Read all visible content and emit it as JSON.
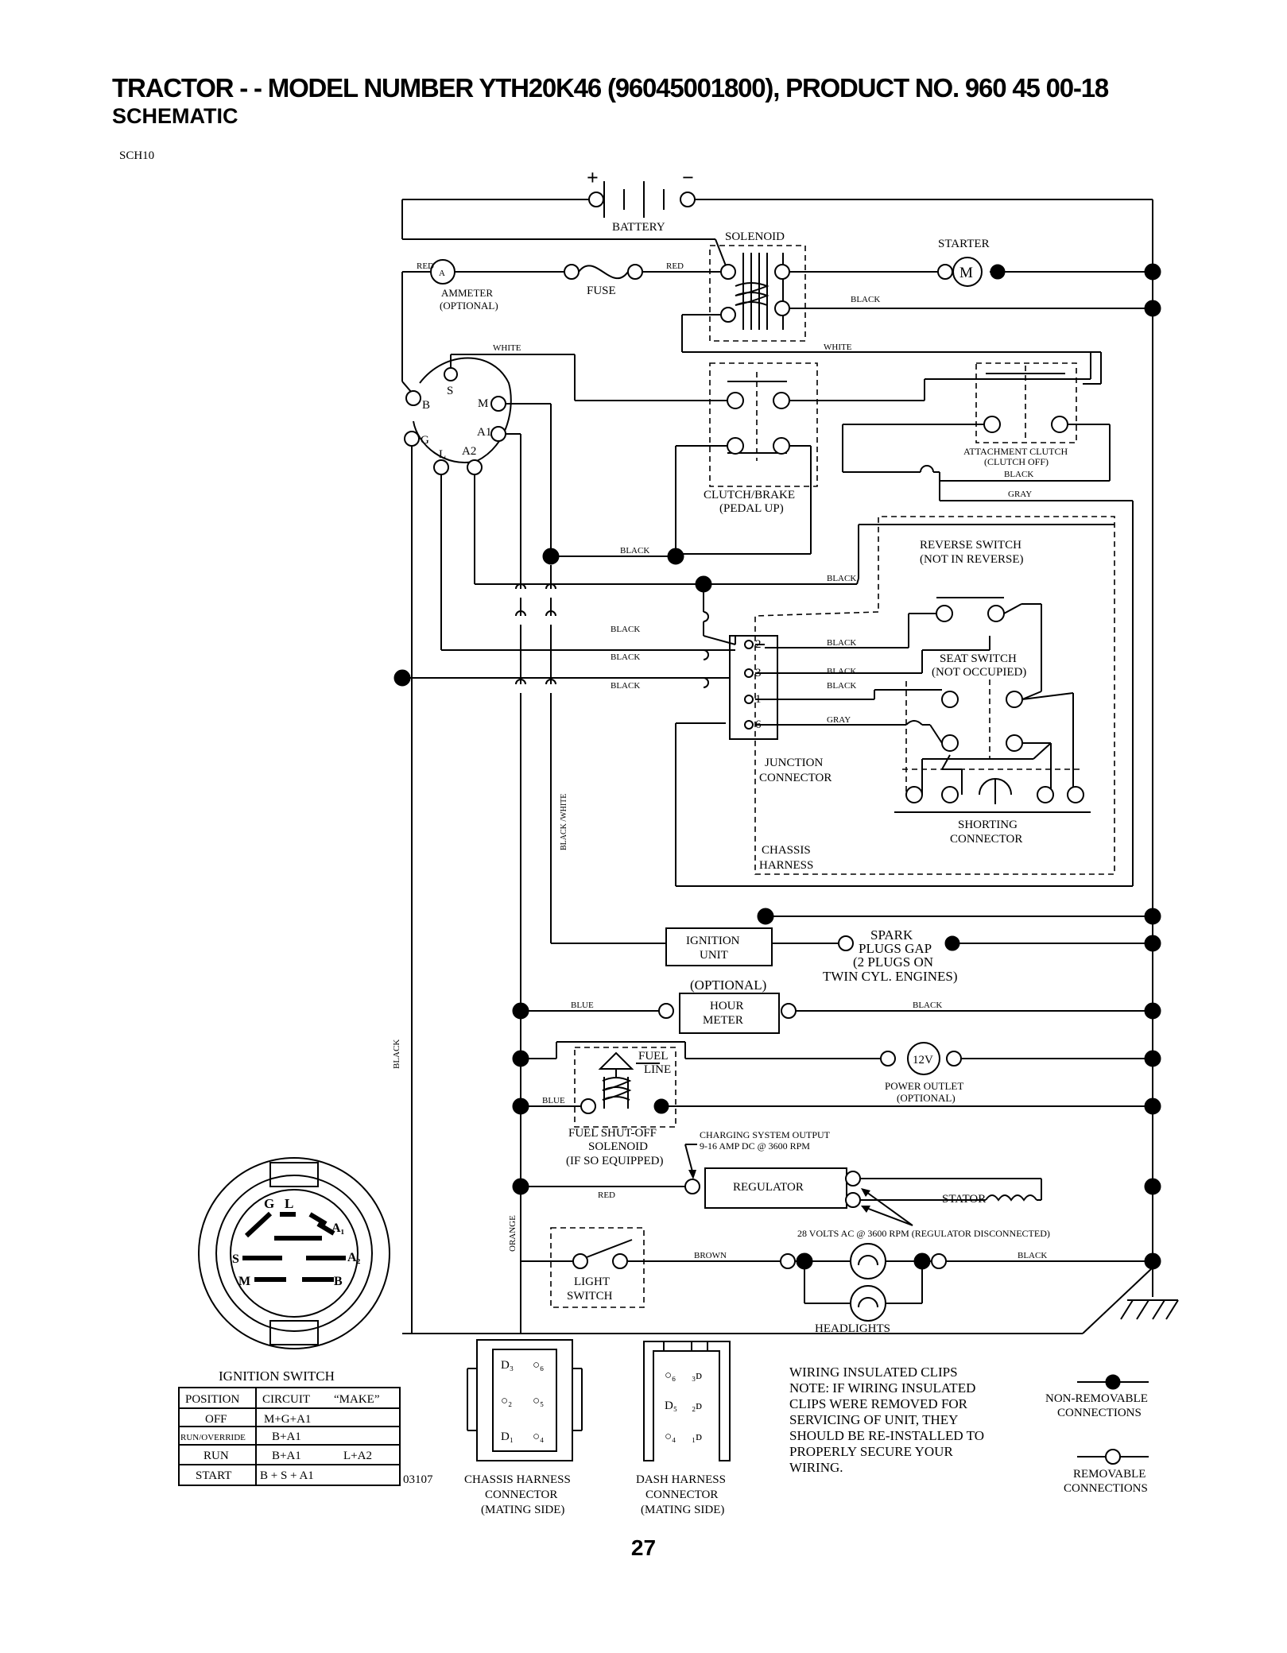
{
  "header": {
    "title": "TRACTOR - - MODEL NUMBER YTH20K46 (96045001800), PRODUCT NO. 960 45 00-18",
    "subtitle": "SCHEMATIC",
    "ref": "SCH10"
  },
  "page_number": "27",
  "components": {
    "battery": "BATTERY",
    "battery_plus": "+",
    "battery_minus": "−",
    "solenoid": "SOLENOID",
    "starter": "STARTER",
    "starter_m": "M",
    "ammeter_a": "A",
    "ammeter": "AMMETER",
    "ammeter_opt": "(OPTIONAL)",
    "fuse": "FUSE",
    "clutch1": "CLUTCH/BRAKE",
    "clutch2": "(PEDAL UP)",
    "attach1": "ATTACHMENT CLUTCH",
    "attach2": "(CLUTCH OFF)",
    "reverse1": "REVERSE SWITCH",
    "reverse2": "(NOT IN REVERSE)",
    "seat1": "SEAT SWITCH",
    "seat2": "(NOT OCCUPIED)",
    "junction1": "JUNCTION",
    "junction2": "CONNECTOR",
    "shorting1": "SHORTING",
    "shorting2": "CONNECTOR",
    "chassis1": "CHASSIS",
    "chassis2": "HARNESS",
    "ign1": "IGNITION",
    "ign2": "UNIT",
    "spark1": "SPARK",
    "spark2": "PLUGS GAP",
    "spark3": "(2 PLUGS ON",
    "spark4": "TWIN CYL. ENGINES)",
    "hour_opt": "(OPTIONAL)",
    "hour1": "HOUR",
    "hour2": "METER",
    "fuel1": "FUEL",
    "fuel2": "LINE",
    "fso1": "FUEL SHUT-OFF",
    "fso2": "SOLENOID",
    "fso3": "(IF SO EQUIPPED)",
    "outlet_v": "12V",
    "outlet1": "POWER OUTLET",
    "outlet2": "(OPTIONAL)",
    "cso1": "CHARGING SYSTEM OUTPUT",
    "cso2": "9-16 AMP DC @ 3600 RPM",
    "regulator": "REGULATOR",
    "stator": "STATOR",
    "volts": "28 VOLTS AC @ 3600 RPM (REGULATOR DISCONNECTED)",
    "light1": "LIGHT",
    "light2": "SWITCH",
    "headlights": "HEADLIGHTS"
  },
  "wires": {
    "red": "RED",
    "black": "BLACK",
    "white": "WHITE",
    "gray": "GRAY",
    "blue": "BLUE",
    "brown": "BROWN",
    "orange": "ORANGE",
    "black_white": "BLACK /WHITE"
  },
  "ignition_terms": {
    "b": "B",
    "s": "S",
    "m": "M",
    "a1": "A1",
    "a2": "A2",
    "g": "G",
    "l": "L"
  },
  "junction_pins": [
    "2",
    "3",
    "1",
    "6"
  ],
  "ignition_switch": {
    "title": "IGNITION SWITCH",
    "terms": {
      "g": "G",
      "l": "L",
      "a1": "A₁",
      "a2": "A₂",
      "s": "S",
      "m": "M",
      "b": "B"
    },
    "columns": [
      "POSITION",
      "CIRCUIT",
      "“MAKE”"
    ],
    "rows": [
      [
        "OFF",
        "M+G+A1",
        ""
      ],
      [
        "RUN/OVERRIDE",
        "B+A1",
        ""
      ],
      [
        "RUN",
        "B+A1",
        "L+A2"
      ],
      [
        "START",
        "B + S + A1",
        ""
      ]
    ]
  },
  "part_code": "03107",
  "chassis_conn": {
    "pins": [
      "D₃",
      "○₆",
      "○₂",
      "○₅",
      "D₁",
      "○₄"
    ],
    "label": [
      "CHASSIS HARNESS",
      "CONNECTOR",
      "(MATING SIDE)"
    ]
  },
  "dash_conn": {
    "pins": [
      "○₆",
      "₃ᴅ",
      "D₅",
      "₂ᴅ",
      "○₄",
      "₁ᴅ"
    ],
    "label": [
      "DASH HARNESS",
      "CONNECTOR",
      "(MATING SIDE)"
    ]
  },
  "notes": {
    "clips_title": "WIRING INSULATED CLIPS",
    "clips_lines": [
      "NOTE:  IF WIRING INSULATED",
      "CLIPS WERE REMOVED FOR",
      "SERVICING OF UNIT, THEY",
      "SHOULD BE RE-INSTALLED TO",
      "PROPERLY SECURE YOUR",
      " WIRING."
    ],
    "non_removable": [
      "NON-REMOVABLE",
      "CONNECTIONS"
    ],
    "removable": [
      "REMOVABLE",
      "CONNECTIONS"
    ]
  }
}
